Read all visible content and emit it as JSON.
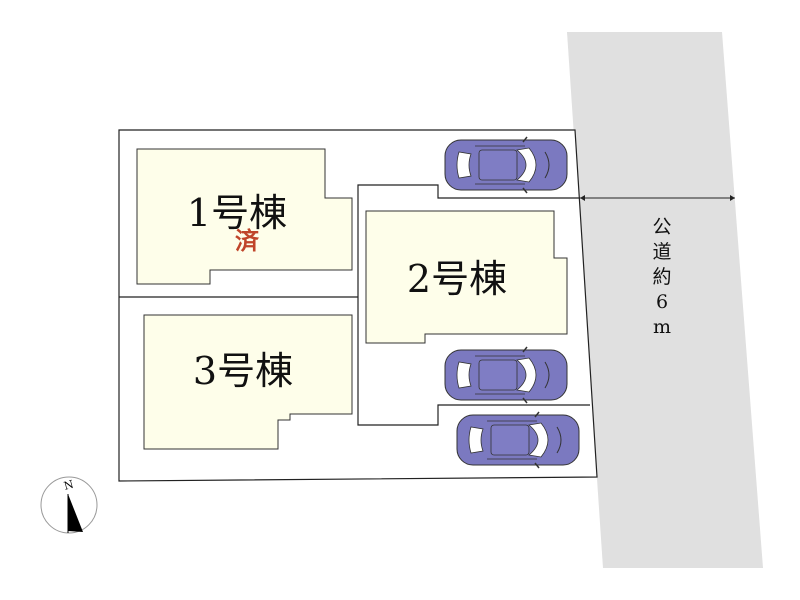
{
  "buildings": [
    {
      "label": "1号棟",
      "status": "済"
    },
    {
      "label": "2号棟"
    },
    {
      "label": "3号棟"
    }
  ],
  "road": {
    "chars": [
      "公",
      "道",
      "約",
      "6",
      "m"
    ]
  },
  "compass": {
    "label": "N"
  },
  "colors": {
    "building": "#fefeea",
    "road": "#e0e0e0",
    "car": "#7b79c0",
    "sold": "#c0452a"
  }
}
